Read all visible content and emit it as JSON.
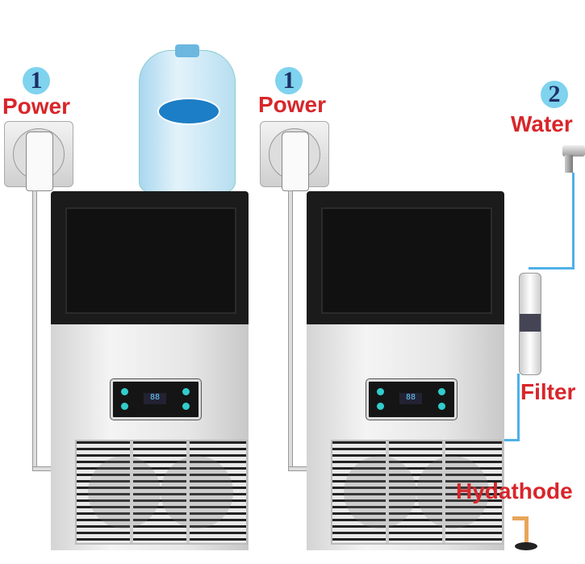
{
  "labels": {
    "step1_left": {
      "number": "1",
      "text": "Power"
    },
    "step1_right": {
      "number": "1",
      "text": "Power"
    },
    "step2": {
      "number": "2",
      "text": "Water"
    },
    "filter": "Filter",
    "drain": "Hydathode"
  },
  "machines": [
    {
      "display": "88"
    },
    {
      "display": "88"
    }
  ],
  "colors": {
    "label_red": "#d8262a",
    "number_circle": "#7fd3ee",
    "water_pipe": "#4fb0e8",
    "drain_pipe": "#e8a55a"
  }
}
